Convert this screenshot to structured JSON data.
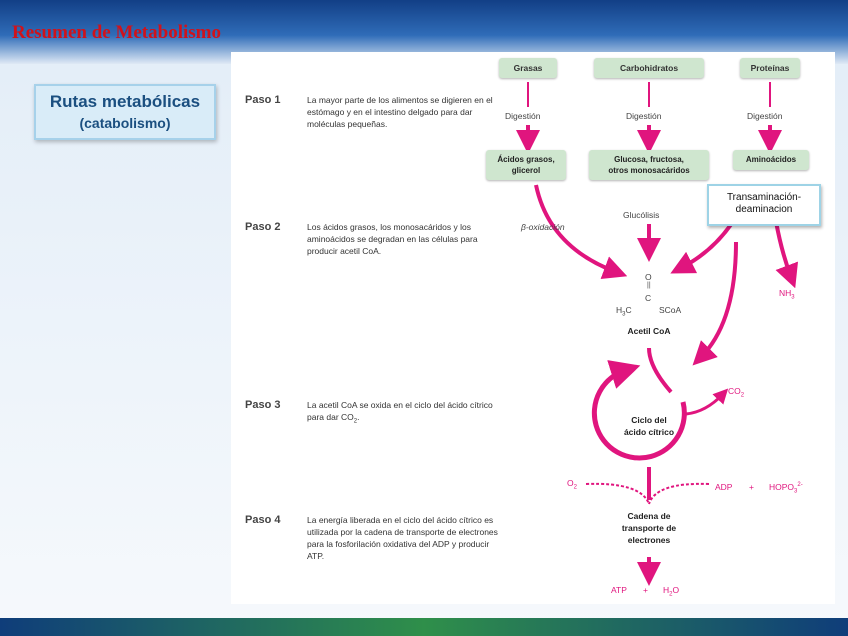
{
  "slide": {
    "title": "Resumen de Metabolismo",
    "subtitle_line1": "Rutas metabólicas",
    "subtitle_line2": "(catabolismo)"
  },
  "steps": [
    {
      "label": "Paso 1",
      "text": "La mayor parte de los alimentos se digieren en el estómago y en el intestino delgado para dar moléculas pequeñas."
    },
    {
      "label": "Paso 2",
      "text": "Los ácidos grasos, los monosacáridos y los aminoácidos se degradan en las células para producir acetil CoA."
    },
    {
      "label": "Paso 3",
      "text": "La acetil CoA se oxida en el ciclo del ácido cítrico para dar CO",
      "text_sub": "2",
      "text_end": "."
    },
    {
      "label": "Paso 4",
      "text": "La energía liberada en el ciclo del ácido cítrico es utilizada por la cadena de transporte de electrones para la fosforilación oxidativa del ADP y producir ATP."
    }
  ],
  "sources": [
    "Grasas",
    "Carbohidratos",
    "Proteínas"
  ],
  "digestion": "Digestión",
  "products": [
    {
      "line1": "Ácidos grasos,",
      "line2": "glicerol"
    },
    {
      "line1": "Glucosa, fructosa,",
      "line2": "otros monosacáridos"
    },
    {
      "line1": "Aminoácidos",
      "line2": ""
    }
  ],
  "pathway": {
    "beta": "β-oxidación",
    "glycolysis": "Glucólisis",
    "nh3": "NH",
    "nh3_sub": "3",
    "acetyl": {
      "o": "O",
      "c": "C",
      "h3c": "H",
      "h3c_sub": "3",
      "h3c_c": "C",
      "scoa": "SCoA",
      "name": "Acetil CoA"
    },
    "cycle_line1": "Ciclo del",
    "cycle_line2": "ácido cítrico",
    "co2": "CO",
    "co2_sub": "2",
    "o2": "O",
    "o2_sub": "2",
    "adp": "ADP",
    "plus": "+",
    "hopo3": "HOPO",
    "hopo3_sub": "3",
    "hopo3_sup": "2-",
    "chain_line1": "Cadena de",
    "chain_line2": "transporte de",
    "chain_line3": "electrones",
    "atp": "ATP",
    "h2o_h": "H",
    "h2o_sub": "2",
    "h2o_o": "O"
  },
  "callout": {
    "line1": "Transaminación-",
    "line2": "deaminacion"
  },
  "colors": {
    "arrow": "#e0157e",
    "title": "#d0121b",
    "box": "#cfe6cf"
  }
}
